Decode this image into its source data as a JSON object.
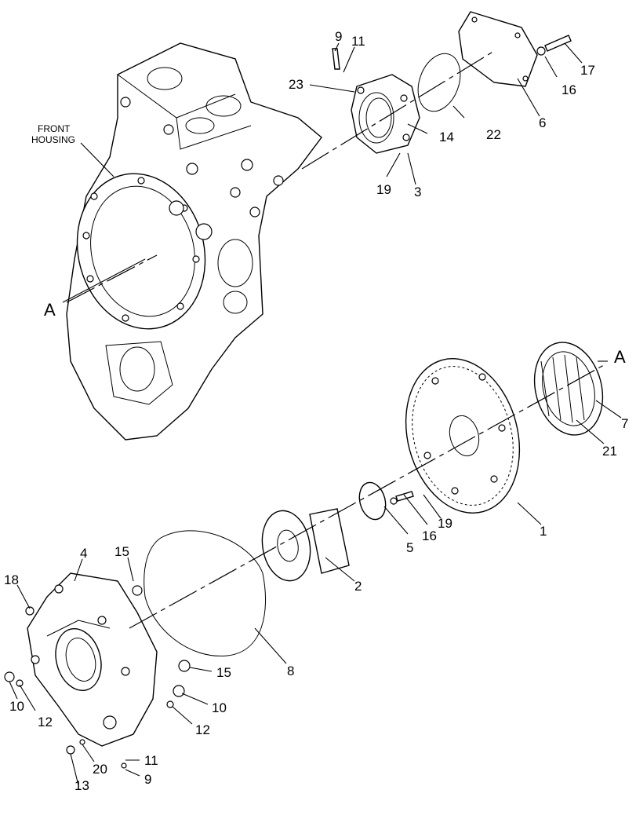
{
  "housing_label": [
    "FRONT",
    "HOUSING"
  ],
  "section_marker": "A",
  "callouts": {
    "n1": "1",
    "n2": "2",
    "n3": "3",
    "n4": "4",
    "n5": "5",
    "n6": "6",
    "n7": "7",
    "n8": "8",
    "n9a": "9",
    "n9b": "9",
    "n10a": "10",
    "n10b": "10",
    "n11a": "11",
    "n11b": "11",
    "n12a": "12",
    "n12b": "12",
    "n13": "13",
    "n14": "14",
    "n15a": "15",
    "n15b": "15",
    "n16a": "16",
    "n16b": "16",
    "n17": "17",
    "n18": "18",
    "n19a": "19",
    "n19b": "19",
    "n20": "20",
    "n21": "21",
    "n22": "22",
    "n23": "23"
  }
}
